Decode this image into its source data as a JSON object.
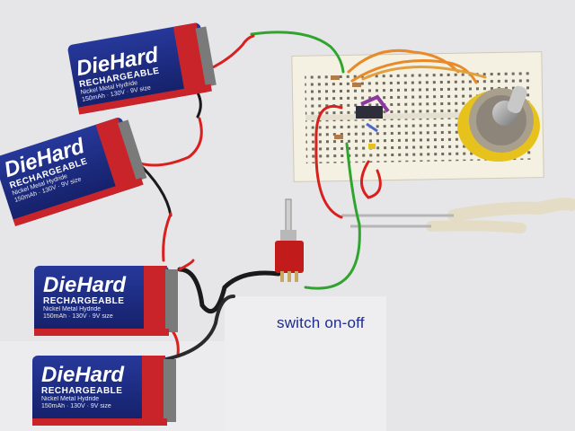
{
  "caption": "switch on-off",
  "batteries": [
    {
      "brand": "DieHard",
      "type": "RECHARGEABLE",
      "chemistry": "Nickel Metal Hydride",
      "rating": "150mAh · 130V · 9V size"
    },
    {
      "brand": "DieHard",
      "type": "RECHARGEABLE",
      "chemistry": "Nickel Metal Hydride",
      "rating": "150mAh · 130V · 9V size"
    },
    {
      "brand": "DieHard",
      "type": "RECHARGEABLE",
      "chemistry": "Nickel Metal Hydride",
      "rating": "150mAh · 130V · 9V size"
    },
    {
      "brand": "DieHard",
      "type": "RECHARGEABLE",
      "chemistry": "Nickel Metal Hydride",
      "rating": "150mAh · 130V · 9V size"
    }
  ],
  "colors": {
    "background": "#e6e6e8",
    "battery_blue": "#1b2a80",
    "battery_red": "#c8242a",
    "wire_red": "#d8201e",
    "wire_black": "#1a1a1a",
    "wire_green": "#2fa52f",
    "wire_orange": "#e88a2a",
    "breadboard": "#f4f0e2",
    "switch_red": "#c21b1b"
  },
  "icons": [
    "battery-icon",
    "breadboard-icon",
    "potentiometer-icon",
    "toggle-switch-icon",
    "heating-element-icon"
  ]
}
